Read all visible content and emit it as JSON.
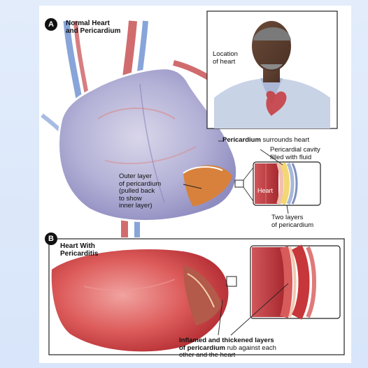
{
  "panel_a": {
    "badge": "A",
    "title_line1": "Normal Heart",
    "title_line2": "and Pericardium",
    "location_line1": "Location",
    "location_line2": "of heart",
    "pericardium_bold": "Pericardium",
    "pericardium_rest": " surrounds heart",
    "cavity_line1": "Pericardial cavity",
    "cavity_line2": "filled with fluid",
    "outer_line1": "Outer layer",
    "outer_line2": "of pericardium",
    "outer_line3": "(pulled back",
    "outer_line4": "to show",
    "outer_line5": "inner layer)",
    "inset_heart": "Heart",
    "two_layers_line1": "Two layers",
    "two_layers_line2": "of pericardium"
  },
  "panel_b": {
    "badge": "B",
    "title_line1": "Heart With",
    "title_line2": "Pericarditis",
    "inflamed_line1": "Inflamed and thickened layers",
    "inflamed_line2_bold": "of pericardium",
    "inflamed_line2_rest": " rub against each",
    "inflamed_line3": "other and the heart"
  },
  "colors": {
    "background": "#dfe9f9",
    "panel": "#ffffff",
    "heart_red": "#c7363a",
    "pericardium_sac": "#b7b8dc",
    "vessel_blue": "#6a8fd0",
    "fluid_yellow": "#f3d774"
  }
}
